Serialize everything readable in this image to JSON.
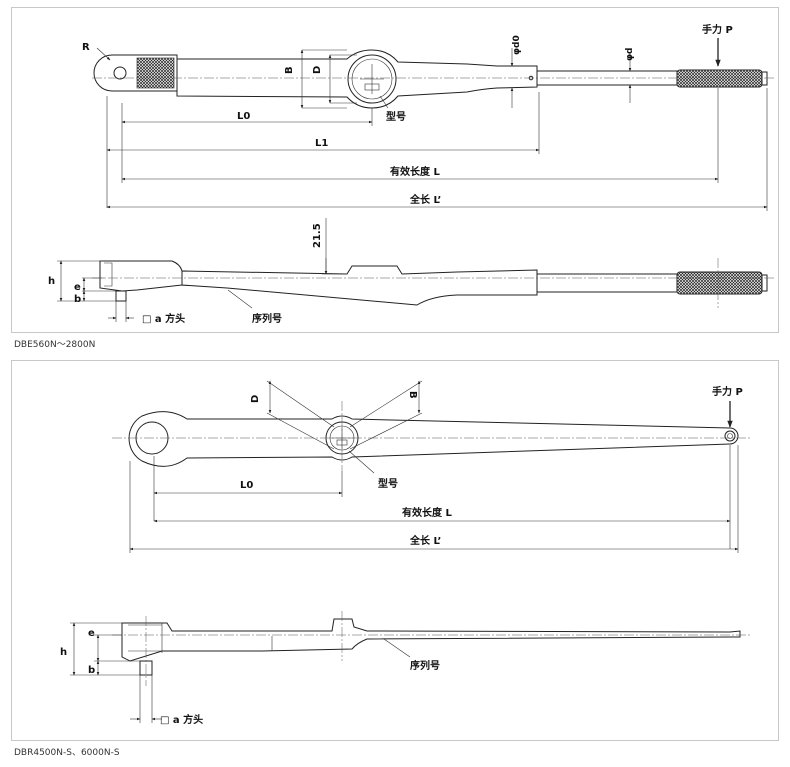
{
  "top_diagram": {
    "labels": {
      "radius": "R",
      "b": "B",
      "d": "D",
      "phi_d0": "φd0",
      "phi_d": "φd",
      "hand_force": "手力 P",
      "model_no": "型号",
      "l0": "L0",
      "l1": "L1",
      "effective_length": "有效长度 L",
      "overall_length": "全长 L’",
      "dim_21_5": "21.5",
      "h": "h",
      "e": "e",
      "b_lower": "b",
      "square_drive": "□ a  方头",
      "serial_no": "序列号"
    },
    "caption": "DBE560N～2800N"
  },
  "bottom_diagram": {
    "labels": {
      "d": "D",
      "b": "B",
      "hand_force": "手力 P",
      "model_no": "型号",
      "l0": "L0",
      "effective_length": "有效长度 L",
      "overall_length": "全长 L’",
      "h": "h",
      "e": "e",
      "b_lower": "b",
      "square_drive": "□ a  方头",
      "serial_no": "序列号"
    },
    "caption": "DBR4500N-S、6000N-S"
  }
}
